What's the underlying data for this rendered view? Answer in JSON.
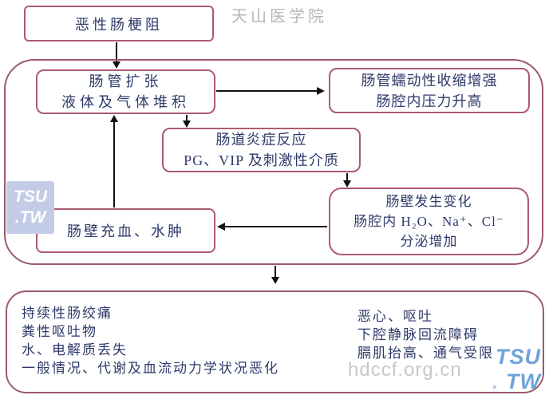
{
  "watermarks": {
    "school": "天山医学院",
    "site": "hdccf.org.cn",
    "badge_left": {
      "line1": "TSU",
      "line2": ".TW"
    },
    "badge_right": {
      "line1": "TSU",
      "dot": ".",
      "line2": "TW"
    }
  },
  "nodes": {
    "start": {
      "text": "恶性肠梗阻"
    },
    "dilation": {
      "line1": "肠管扩张",
      "line2": "液体及气体堆积"
    },
    "peristalsis": {
      "line1": "肠管蠕动性收缩增强",
      "line2": "肠腔内压力升高"
    },
    "inflammation": {
      "line1": "肠道炎症反应",
      "line2": "PG、VIP 及刺激性介质"
    },
    "wall_change": {
      "line1": "肠壁发生变化",
      "line2": "肠腔内 H₂O、Na⁺、Cl⁻",
      "line3": "分泌增加"
    },
    "congestion": {
      "text": "肠壁充血、水肿"
    }
  },
  "symptoms": {
    "left": [
      "持续性肠绞痛",
      "粪性呕吐物",
      "水、电解质丢失",
      "一般情况、代谢及血流动力学状况恶化"
    ],
    "right": [
      "恶心、呕吐",
      "下腔静脉回流障碍",
      "膈肌抬高、通气受限"
    ]
  },
  "colors": {
    "box_border": "#ad5b6d",
    "container_border": "#9c5a6a",
    "text": "#2e3a6a",
    "arrow": "#111111",
    "watermark_gray": "#b9b5b5",
    "site_gray": "#c8c8c8",
    "badge_left_bg": "#c3cce7",
    "badge_left_text": "#ffffff",
    "logo_blue": "#6fa3d8",
    "logo_dot_blue": "#aecbe9"
  }
}
